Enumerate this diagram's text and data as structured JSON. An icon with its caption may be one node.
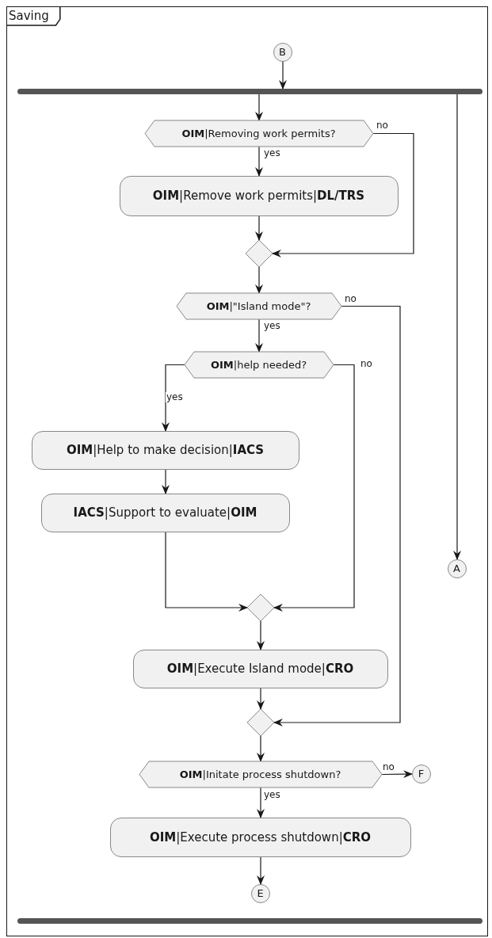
{
  "diagram": {
    "nodes": [
      {
        "text": [
          "Saving"
        ]
      },
      {
        "text": [
          "B"
        ],
        "in": 0
      },
      {
        "text": [],
        "shape": "bar",
        "in": 0
      },
      {
        "text": [
          "**OIM**|Removing work permits?"
        ],
        "in": 0
      },
      {
        "text": [
          "**OIM**|Remove work permits|**DL/TRS**"
        ],
        "in": 0
      },
      {
        "text": [],
        "shape": "diamond",
        "in": 0
      },
      {
        "text": [
          "**OIM**|\"Island mode\"?"
        ],
        "in": 0
      },
      {
        "text": [
          "**OIM**|help needed?"
        ],
        "in": 0
      },
      {
        "text": [
          "**OIM**|Help to make decision|**IACS**"
        ],
        "in": 0
      },
      {
        "text": [
          "**IACS**|Support to evaluate|**OIM**"
        ],
        "in": 0
      },
      {
        "text": [],
        "shape": "diamond",
        "in": 0
      },
      {
        "text": [
          "**OIM**|Execute Island mode|**CRO**"
        ],
        "in": 0
      },
      {
        "text": [],
        "shape": "diamond",
        "in": 0
      },
      {
        "text": [
          "**OIM**|Initate process shutdown?"
        ],
        "in": 0
      },
      {
        "text": [
          "F"
        ],
        "in": 0
      },
      {
        "text": [
          "**OIM**|Execute process shutdown|**CRO**"
        ],
        "in": 0
      },
      {
        "text": [
          "E"
        ],
        "in": 0
      },
      {
        "text": [
          "A"
        ],
        "in": 0
      },
      {
        "text": [],
        "shape": "bar",
        "in": 0
      }
    ],
    "edges": [
      {
        "from": 1,
        "to": 2,
        "arrow": "to"
      },
      {
        "from": 2,
        "to": 3,
        "arrow": "to"
      },
      {
        "from": 2,
        "to": 17,
        "arrow": "to"
      },
      {
        "from": 3,
        "to": 4,
        "arrow": "to",
        "label": "yes"
      },
      {
        "from": 3,
        "to": 5,
        "arrow": "to",
        "label": "no"
      },
      {
        "from": 4,
        "to": 5,
        "arrow": "to"
      },
      {
        "from": 5,
        "to": 6,
        "arrow": "to"
      },
      {
        "from": 6,
        "to": 7,
        "arrow": "to",
        "label": "yes"
      },
      {
        "from": 6,
        "to": 12,
        "arrow": "to",
        "label": "no"
      },
      {
        "from": 7,
        "to": 8,
        "arrow": "to",
        "label": "yes"
      },
      {
        "from": 7,
        "to": 10,
        "arrow": "to",
        "label": "no"
      },
      {
        "from": 8,
        "to": 9,
        "arrow": "to"
      },
      {
        "from": 9,
        "to": 10,
        "arrow": "to"
      },
      {
        "from": 10,
        "to": 11,
        "arrow": "to"
      },
      {
        "from": 11,
        "to": 12,
        "arrow": "to"
      },
      {
        "from": 12,
        "to": 13,
        "arrow": "to"
      },
      {
        "from": 13,
        "to": 14,
        "arrow": "to",
        "label": "no"
      },
      {
        "from": 13,
        "to": 15,
        "arrow": "to",
        "label": "yes"
      },
      {
        "from": 15,
        "to": 16,
        "arrow": "to"
      }
    ]
  }
}
